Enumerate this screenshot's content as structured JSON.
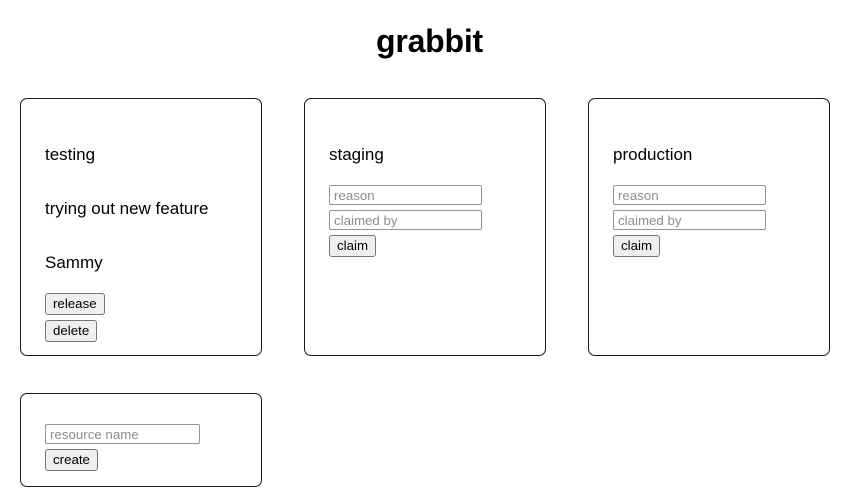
{
  "app": {
    "title": "grabbit"
  },
  "resources": [
    {
      "name": "testing",
      "claimed": true,
      "reason": "trying out new feature",
      "claimed_by": "Sammy",
      "actions": [
        {
          "id": "release",
          "label": "release"
        },
        {
          "id": "delete",
          "label": "delete"
        }
      ]
    },
    {
      "name": "staging",
      "claimed": false,
      "reason_placeholder": "reason",
      "reason_value": "",
      "claimed_by_placeholder": "claimed by",
      "claimed_by_value": "",
      "claim_label": "claim"
    },
    {
      "name": "production",
      "claimed": false,
      "reason_placeholder": "reason",
      "reason_value": "",
      "claimed_by_placeholder": "claimed by",
      "claimed_by_value": "",
      "claim_label": "claim"
    }
  ],
  "create_form": {
    "resource_name_placeholder": "resource name",
    "resource_name_value": "",
    "create_label": "create"
  },
  "colors": {
    "page_background": "#ffffff",
    "card_border": "#1a1a1a",
    "text": "#000000",
    "input_border": "#949494",
    "placeholder": "#8d8d8d",
    "button_face": "#efefef",
    "button_border": "#767676"
  }
}
